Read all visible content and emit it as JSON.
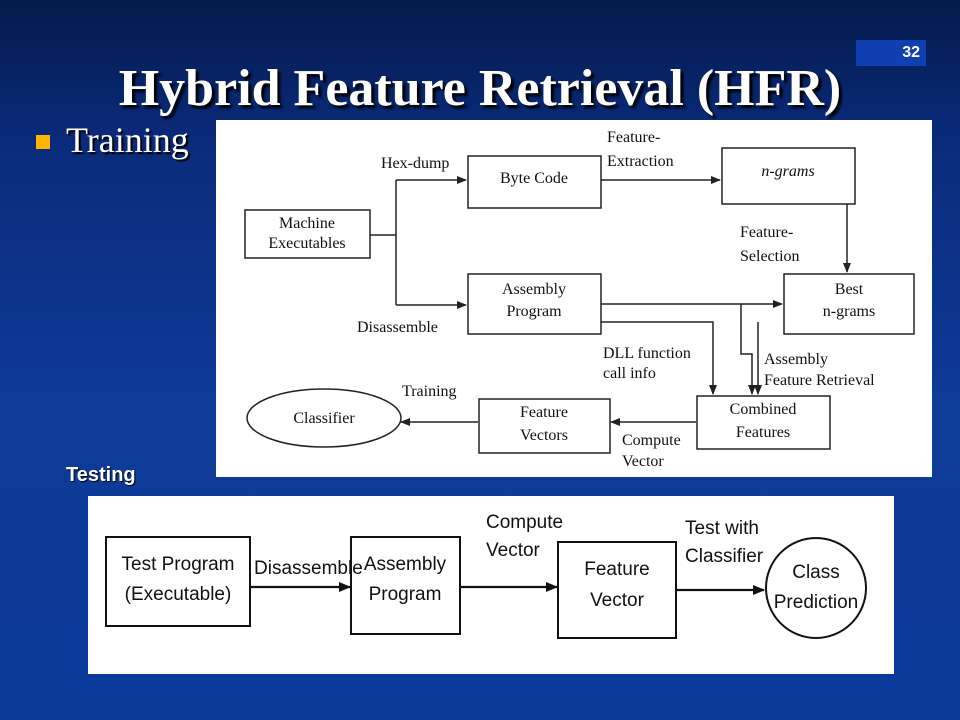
{
  "slide": {
    "number": "32",
    "title": "Hybrid Feature Retrieval (HFR)",
    "bullet": "Training",
    "testing_label": "Testing"
  },
  "training_diagram": {
    "nodes": {
      "machine": [
        "Machine",
        "Executables"
      ],
      "bytecode": [
        "Byte Code"
      ],
      "ngrams": [
        "n-grams"
      ],
      "assembly": [
        "Assembly",
        "Program"
      ],
      "best": [
        "Best",
        "n-grams"
      ],
      "combined": [
        "Combined",
        "Features"
      ],
      "vectors": [
        "Feature",
        "Vectors"
      ],
      "classifier": [
        "Classifier"
      ]
    },
    "edges": {
      "hexdump": [
        "Hex-dump"
      ],
      "disassemble": [
        "Disassemble"
      ],
      "extraction": [
        "Feature-",
        "Extraction"
      ],
      "selection": [
        "Feature-",
        "Selection"
      ],
      "dll": [
        "DLL function",
        "call info"
      ],
      "asm_retrieval": [
        "Assembly",
        "Feature Retrieval"
      ],
      "compute": [
        "Compute",
        "Vector"
      ],
      "training": [
        "Training"
      ]
    }
  },
  "testing_diagram": {
    "nodes": {
      "test_program": [
        "Test Program",
        "(Executable)"
      ],
      "assembly": [
        "Assembly",
        "Program"
      ],
      "feature": [
        "Feature",
        "Vector"
      ],
      "class": [
        "Class",
        "Prediction"
      ]
    },
    "edges": {
      "disassemble": [
        "Disassemble"
      ],
      "compute": [
        "Compute",
        "Vector"
      ],
      "test": [
        "Test with",
        "Classifier"
      ]
    }
  }
}
